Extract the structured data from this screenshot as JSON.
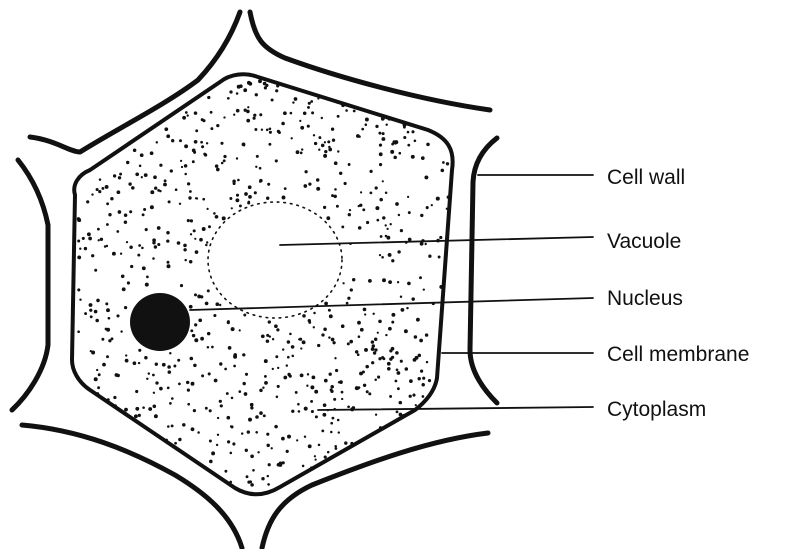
{
  "diagram": {
    "colors": {
      "stroke": "#111111",
      "background": "#ffffff",
      "nucleus_fill": "#111111"
    },
    "labels": {
      "cell_wall": "Cell wall",
      "vacuole": "Vacuole",
      "nucleus": "Nucleus",
      "cell_membrane": "Cell membrane",
      "cytoplasm": "Cytoplasm"
    }
  }
}
